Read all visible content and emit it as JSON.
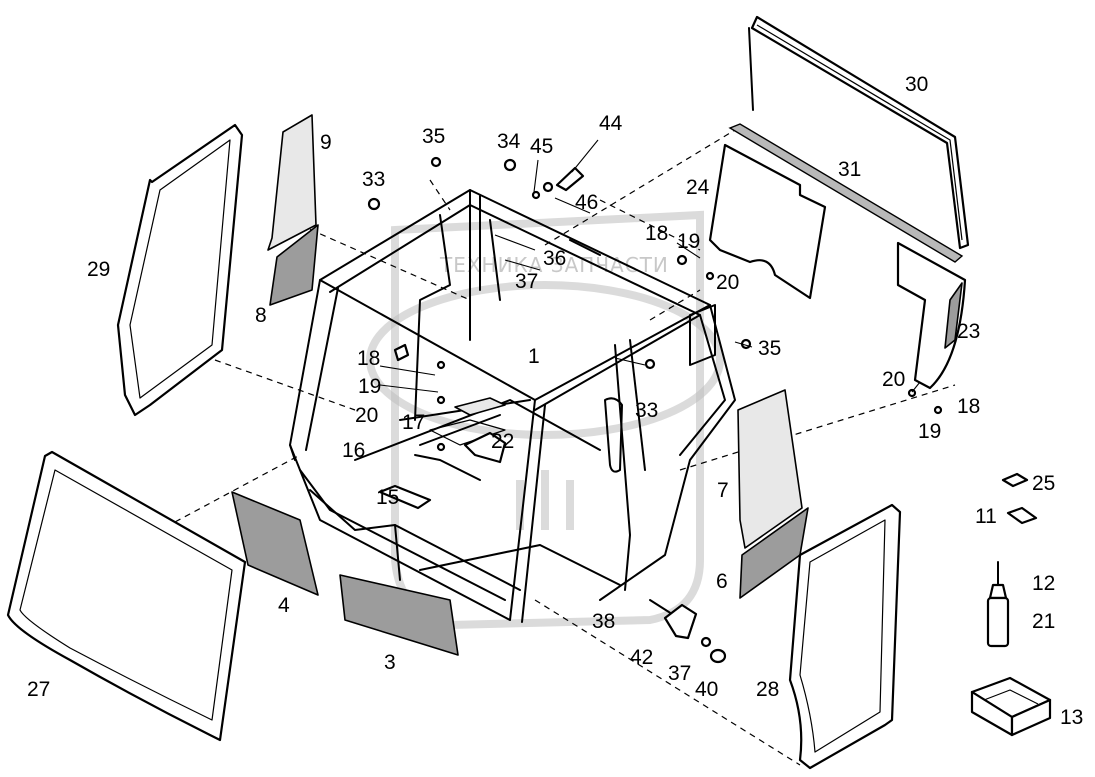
{
  "watermark": {
    "text": "ТЕХНИКА ЗАПЧАСТИ",
    "logo_color": "#bdbdbd"
  },
  "labels": [
    {
      "id": "30",
      "text": "30"
    },
    {
      "id": "31",
      "text": "31"
    },
    {
      "id": "44",
      "text": "44"
    },
    {
      "id": "45",
      "text": "45"
    },
    {
      "id": "34",
      "text": "34"
    },
    {
      "id": "35a",
      "text": "35"
    },
    {
      "id": "9",
      "text": "9"
    },
    {
      "id": "33a",
      "text": "33"
    },
    {
      "id": "46",
      "text": "46"
    },
    {
      "id": "24",
      "text": "24"
    },
    {
      "id": "18a",
      "text": "18"
    },
    {
      "id": "19a",
      "text": "19"
    },
    {
      "id": "20a",
      "text": "20"
    },
    {
      "id": "36",
      "text": "36"
    },
    {
      "id": "37a",
      "text": "37"
    },
    {
      "id": "29",
      "text": "29"
    },
    {
      "id": "8",
      "text": "8"
    },
    {
      "id": "23",
      "text": "23"
    },
    {
      "id": "35b",
      "text": "35"
    },
    {
      "id": "1",
      "text": "1"
    },
    {
      "id": "18b",
      "text": "18"
    },
    {
      "id": "19b",
      "text": "19"
    },
    {
      "id": "17",
      "text": "17"
    },
    {
      "id": "20b",
      "text": "20"
    },
    {
      "id": "33b",
      "text": "33"
    },
    {
      "id": "20c",
      "text": "20"
    },
    {
      "id": "18c",
      "text": "18"
    },
    {
      "id": "19c",
      "text": "19"
    },
    {
      "id": "16",
      "text": "16"
    },
    {
      "id": "22",
      "text": "22"
    },
    {
      "id": "25",
      "text": "25"
    },
    {
      "id": "15",
      "text": "15"
    },
    {
      "id": "7",
      "text": "7"
    },
    {
      "id": "11",
      "text": "11"
    },
    {
      "id": "12",
      "text": "12"
    },
    {
      "id": "21",
      "text": "21"
    },
    {
      "id": "4",
      "text": "4"
    },
    {
      "id": "6",
      "text": "6"
    },
    {
      "id": "38",
      "text": "38"
    },
    {
      "id": "3",
      "text": "3"
    },
    {
      "id": "42",
      "text": "42"
    },
    {
      "id": "37b",
      "text": "37"
    },
    {
      "id": "40",
      "text": "40"
    },
    {
      "id": "27",
      "text": "27"
    },
    {
      "id": "28",
      "text": "28"
    },
    {
      "id": "13",
      "text": "13"
    }
  ]
}
